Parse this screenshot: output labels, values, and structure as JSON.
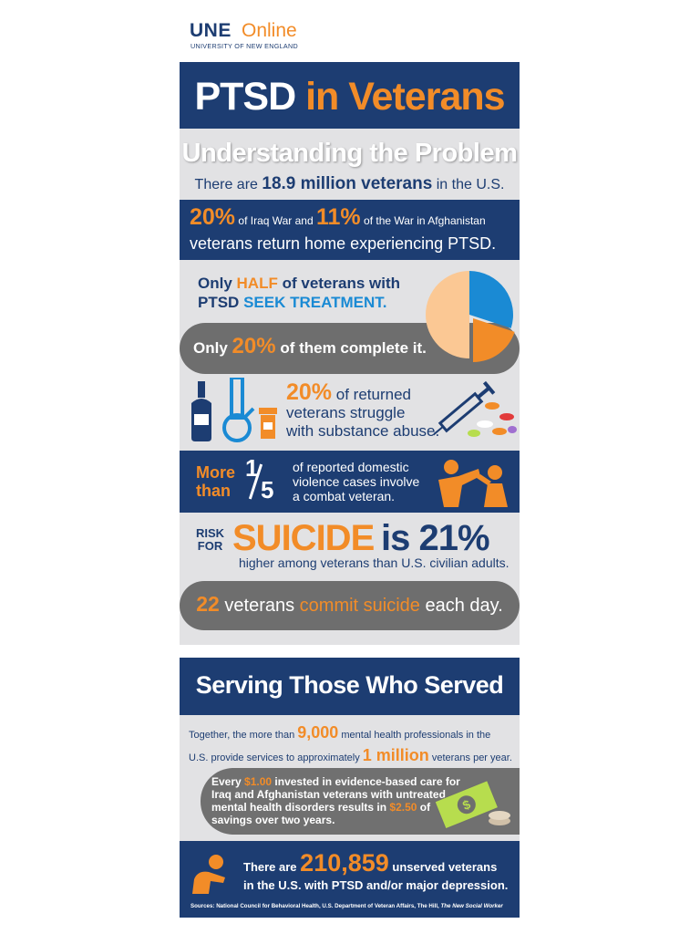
{
  "logo": {
    "une": "UNE",
    "online": "Online",
    "subtitle": "UNIVERSITY OF NEW ENGLAND"
  },
  "title": {
    "part1": "PTSD",
    "part2": "in Veterans"
  },
  "understanding": {
    "heading": "Understanding the Problem",
    "line_pre": "There are",
    "line_value": "18.9 million veterans",
    "line_post": "in the U.S."
  },
  "war": {
    "pct1": "20%",
    "text1": "of Iraq War and",
    "pct2": "11%",
    "text2": "of the War in Afghanistan",
    "line2": "veterans return home experiencing PTSD."
  },
  "treatment": {
    "only": "Only",
    "half": "HALF",
    "rest1": "of veterans with",
    "ptsd": "PTSD",
    "seek": "SEEK TREATMENT.",
    "complete_pre": "Only",
    "complete_pct": "20%",
    "complete_post": "of them complete it.",
    "pie_colors": {
      "half_left": "#fbc894",
      "half_right": "#1a8ad4",
      "slice": "#f28c28"
    }
  },
  "substance": {
    "pct": "20%",
    "line1": "of returned",
    "line2": "veterans struggle",
    "line3": "with substance abuse."
  },
  "domestic": {
    "more": "More",
    "than": "than",
    "num": "1",
    "den": "5",
    "line1": "of reported domestic",
    "line2": "violence cases involve",
    "line3": "a combat veteran."
  },
  "suicide": {
    "risk": "RISK",
    "for": "FOR",
    "word": "SUICIDE",
    "is": "is 21%",
    "sub": "higher among veterans than U.S. civilian adults.",
    "daily_num": "22",
    "daily_mid": "veterans",
    "daily_phrase": "commit suicide",
    "daily_post": "each day."
  },
  "serving": {
    "heading": "Serving Those Who Served",
    "l1_pre": "Together, the more than",
    "l1_num": "9,000",
    "l1_post": "mental health professionals in the",
    "l2_pre": "U.S. provide services to approximately",
    "l2_num": "1 million",
    "l2_post": "veterans per year."
  },
  "savings": {
    "l1_pre": "Every",
    "l1_amt": "$1.00",
    "l1_post": "invested in evidence-based care for",
    "l2": "Iraq and Afghanistan veterans with untreated",
    "l3_pre": "mental health disorders results in",
    "l3_amt": "$2.50",
    "l3_post": "of",
    "l4": "savings over two years."
  },
  "unserved": {
    "pre": "There are",
    "num": "210,859",
    "post": "unserved veterans",
    "line2": "in the U.S. with PTSD and/or major depression.",
    "sources": "Sources: National Council for Behavioral Health, U.S. Department of Veteran Affairs, The Hill,",
    "sources_italic": "The New Social Worker"
  }
}
